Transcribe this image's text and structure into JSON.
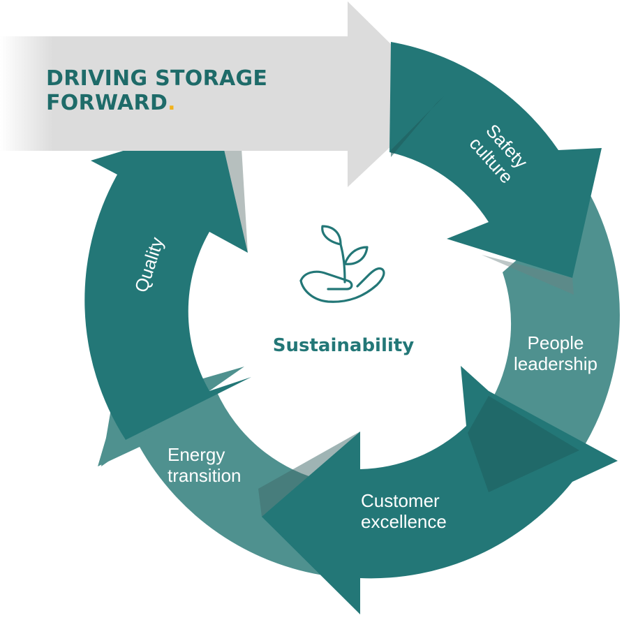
{
  "headline": {
    "line1": "DRIVING STORAGE",
    "line2": "FORWARD",
    "dot": "."
  },
  "center": {
    "label": "Sustainability",
    "icon": "plant-in-hand-icon"
  },
  "segments": [
    {
      "line1": "Safety",
      "line2": "culture"
    },
    {
      "line1": "People",
      "line2": "leadership"
    },
    {
      "line1": "Customer",
      "line2": "excellence"
    },
    {
      "line1": "Energy",
      "line2": "transition"
    },
    {
      "line1": "Quality",
      "line2": ""
    }
  ],
  "colors": {
    "dark_teal": "#237777",
    "light_teal": "#4f918f",
    "headline_text": "#1e6b69",
    "accent_dot": "#f2b21c",
    "grey_arrow": "#dcdcdc"
  }
}
